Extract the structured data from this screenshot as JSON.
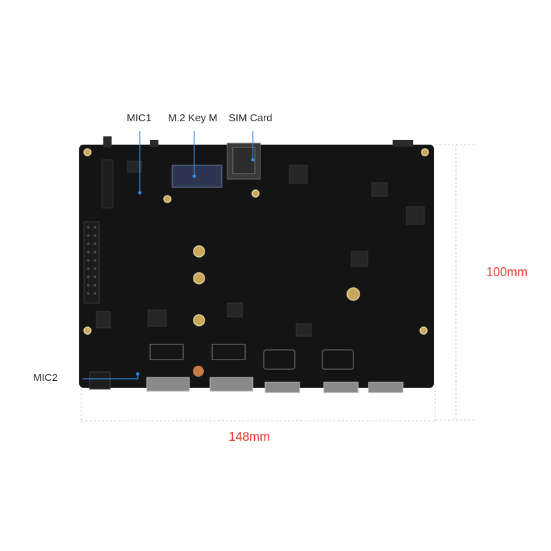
{
  "callouts": {
    "mic1": "MIC1",
    "m2": "M.2 Key M",
    "sim": "SIM Card",
    "mic2": "MIC2"
  },
  "dimensions": {
    "height": "100mm",
    "width": "148mm"
  },
  "colors": {
    "board": "#141414",
    "callout_line": "#2f8de4",
    "dimension_text": "#e8382b",
    "dimension_line": "#bdbdbd"
  }
}
